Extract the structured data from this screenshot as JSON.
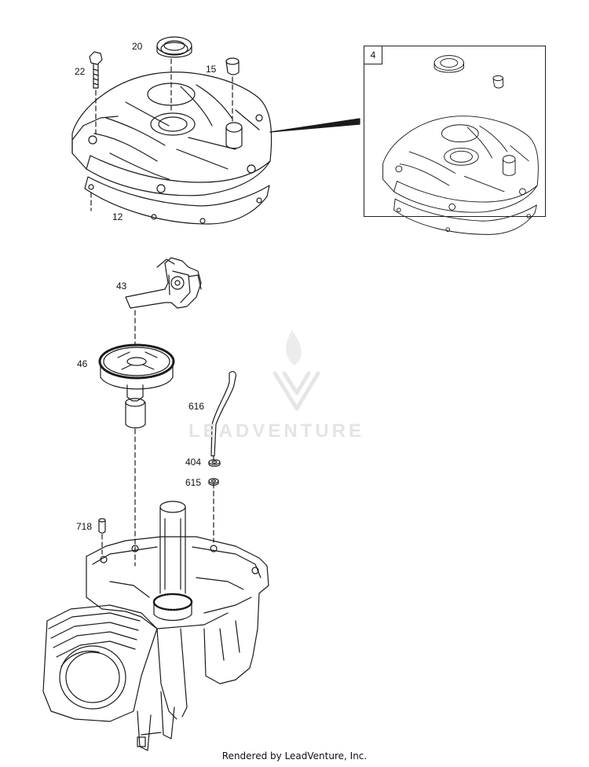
{
  "labels": {
    "p20": "20",
    "p22": "22",
    "p15": "15",
    "p12": "12",
    "p4": "4",
    "p43": "43",
    "p46": "46",
    "p616": "616",
    "p404": "404",
    "p615": "615",
    "p718": "718"
  },
  "watermark": {
    "logo": "LEADVENTURE"
  },
  "footer": {
    "text": "Rendered by LeadVenture, Inc."
  },
  "colors": {
    "line": "#1a1a1a",
    "watermark": "#e4e4e4",
    "background": "#ffffff"
  }
}
